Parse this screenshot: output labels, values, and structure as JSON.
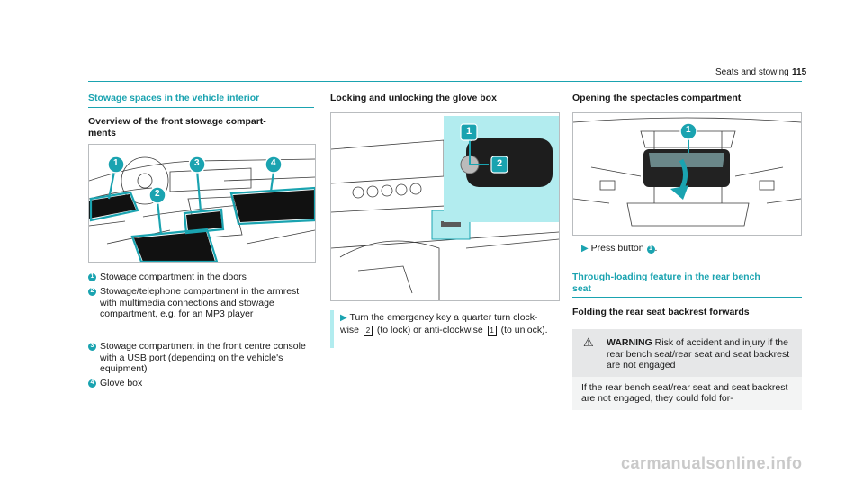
{
  "header": {
    "section": "Seats and stowing",
    "page": "115"
  },
  "col1": {
    "title": "Stowage spaces in the vehicle interior",
    "subtitle": "Overview of the front stowage compartments",
    "subtitle_line1": "Overview of the front stowage compart-",
    "subtitle_line2": "ments",
    "items": [
      {
        "num": "1",
        "text": "Stowage compartment in the doors"
      },
      {
        "num": "2",
        "text": "Stowage/telephone compartment in the armrest with multimedia connections and stowage compartment, e.g. for an MP3 player"
      },
      {
        "num": "3",
        "text": "Stowage compartment in the front centre console with a USB port (depending on the vehicle's equipment)"
      },
      {
        "num": "4",
        "text": "Glove box"
      }
    ]
  },
  "col2": {
    "subtitle": "Locking and unlocking the glove box",
    "step_pre": "Turn the emergency key a quarter turn clock-wise",
    "step_num1": "2",
    "step_mid": "(to lock) or anti-clockwise",
    "step_num2": "1",
    "step_post": "(to unlock)."
  },
  "col3": {
    "subtitle": "Opening the spectacles compartment",
    "step_pre": "Press button",
    "step_badge": "1",
    "step_post": ".",
    "section2_title": "Through-loading feature in the rear bench seat",
    "section2_title_l1": "Through-loading feature in the rear bench",
    "section2_title_l2": "seat",
    "sub2": "Folding the rear seat backrest forwards",
    "warning_label": "WARNING",
    "warning_head": "Risk of accident and injury if the rear bench seat/rear seat and seat backrest are not engaged",
    "warning_body": "If the rear bench seat/rear seat and seat backrest are not engaged, they could fold for-"
  },
  "illustration_labels": {
    "c1": [
      "1",
      "2",
      "3",
      "4"
    ],
    "c2": [
      "1",
      "2"
    ],
    "c3": [
      "1"
    ]
  },
  "colors": {
    "accent": "#1aa3b0",
    "line": "#1aa3b0",
    "warning_bg": "#e6e7e8"
  },
  "watermark": "carmanualsonline.info"
}
